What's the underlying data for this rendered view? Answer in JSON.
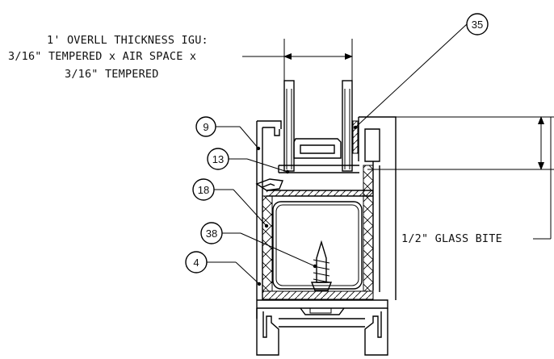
{
  "notes": {
    "igu_line1": "1' OVERLL THICKNESS IGU:",
    "igu_line2": "3/16\" TEMPERED x AIR SPACE x",
    "igu_line3": "3/16\" TEMPERED",
    "glass_bite": "1/2\" GLASS BITE"
  },
  "callouts": [
    "35",
    "9",
    "13",
    "18",
    "38",
    "4"
  ]
}
